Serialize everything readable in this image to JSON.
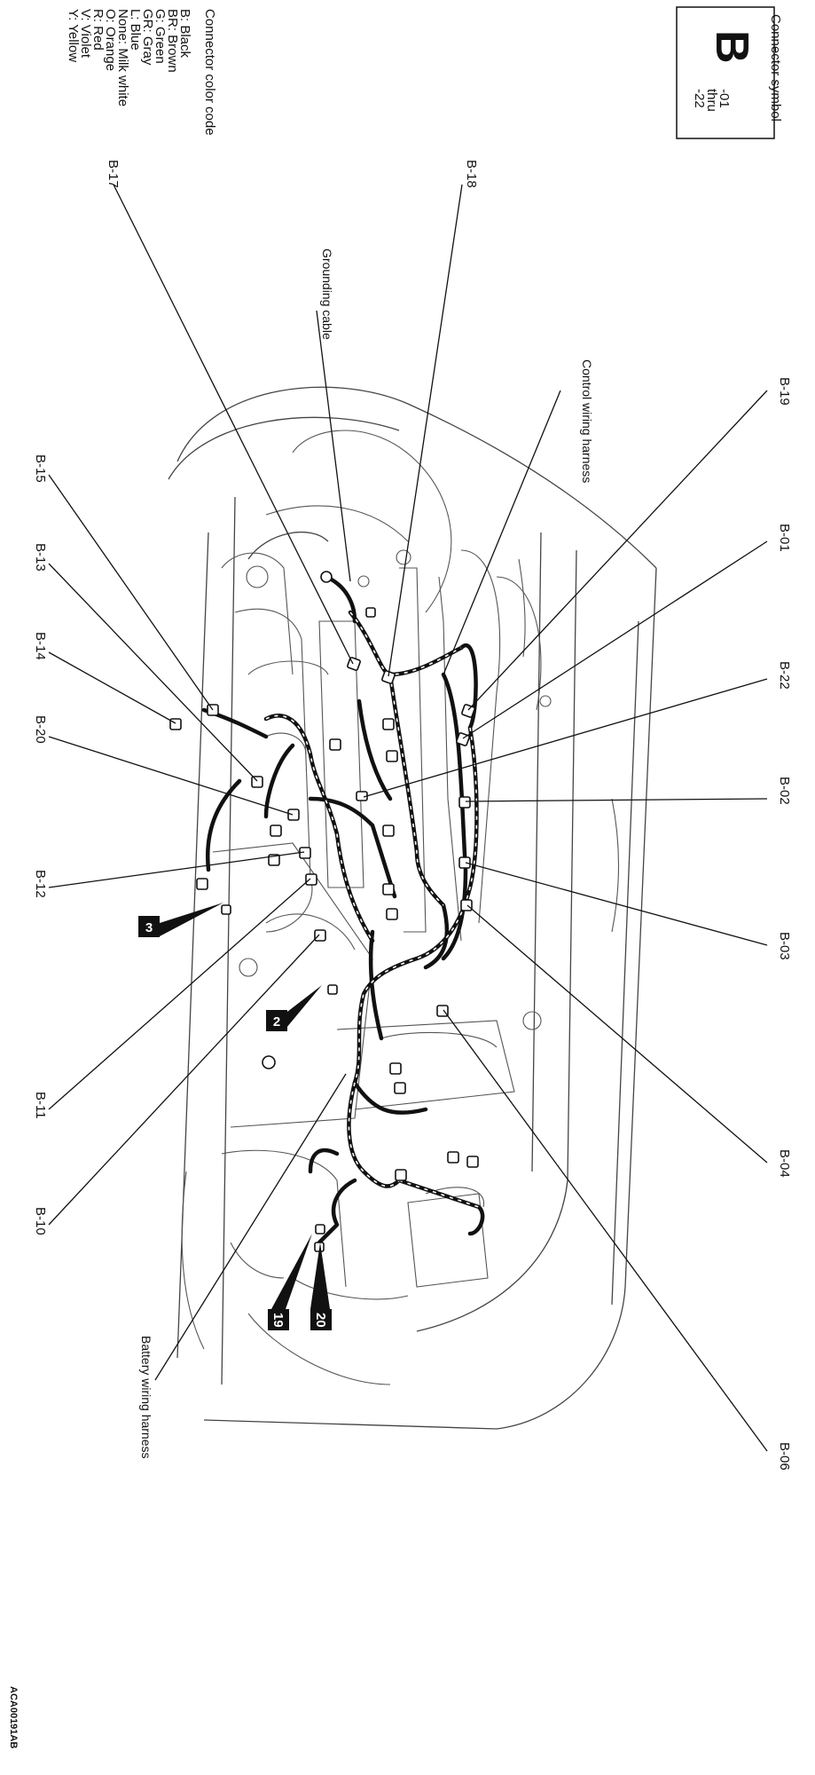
{
  "symbol_box": {
    "title": "Connector symbol",
    "letter": "B",
    "range_from": "-01",
    "range_word": "thru",
    "range_to": "-22"
  },
  "color_code": {
    "title": "Connector color code",
    "entries": [
      "B: Black",
      "BR: Brown",
      "G: Green",
      "GR: Gray",
      "L: Blue",
      "None: Milk white",
      "O: Orange",
      "R: Red",
      "V: Violet",
      "Y: Yellow"
    ]
  },
  "connectors": {
    "b17": "B-17",
    "b18": "B-18",
    "b19": "B-19",
    "b01": "B-01",
    "b22": "B-22",
    "b02": "B-02",
    "b03": "B-03",
    "b04": "B-04",
    "b06": "B-06",
    "b15": "B-15",
    "b13": "B-13",
    "b14": "B-14",
    "b20": "B-20",
    "b12": "B-12",
    "b11": "B-11",
    "b10": "B-10"
  },
  "callouts": {
    "grounding_cable": "Grounding cable",
    "control_wiring_harness": "Control wiring harness",
    "battery_wiring_harness": "Battery wiring harness"
  },
  "badges": {
    "b3": "3",
    "b2": "2",
    "b19": "19",
    "b20": "20"
  },
  "figure_id": "ACA00191AB"
}
